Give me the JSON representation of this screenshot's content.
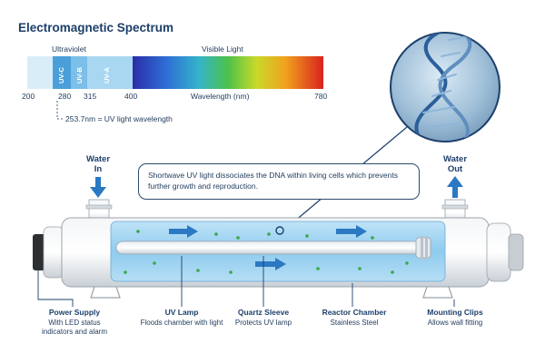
{
  "title": "Electromagnetic Spectrum",
  "spectrum": {
    "ultraviolet_label": "Ultraviolet",
    "visible_label": "Visible Light",
    "bands": [
      "UV-C",
      "UV-B",
      "UV-A"
    ],
    "ticks": [
      "200",
      "280",
      "315",
      "400",
      "780"
    ],
    "axis_label": "Wavelength (nm)",
    "note": "253.7nm = UV light wavelength",
    "colors": {
      "uvc": "#4b9fd9",
      "uvb": "#7cbfe8",
      "uva": "#a9d7f2"
    }
  },
  "flow": {
    "in_label_1": "Water",
    "in_label_2": "In",
    "out_label_1": "Water",
    "out_label_2": "Out"
  },
  "callout_text": "Shortwave UV light dissociates the DNA within living cells which prevents further growth and reproduction.",
  "components": [
    {
      "name": "Power Supply",
      "desc_1": "With LED status",
      "desc_2": "indicators and alarm"
    },
    {
      "name": "UV Lamp",
      "desc_1": "Floods chamber with light",
      "desc_2": ""
    },
    {
      "name": "Quartz Sleeve",
      "desc_1": "Protects UV lamp",
      "desc_2": ""
    },
    {
      "name": "Reactor Chamber",
      "desc_1": "Stainless Steel",
      "desc_2": ""
    },
    {
      "name": "Mounting Clips",
      "desc_1": "Allows wall fitting",
      "desc_2": ""
    }
  ],
  "colors": {
    "brand_navy": "#1c3f6b",
    "water": "#9fd3f2",
    "flow_arrow": "#2b79c2"
  },
  "icons": [
    "dna-helix-icon",
    "water-in-arrow-icon",
    "water-out-arrow-icon",
    "flow-arrow-icon"
  ]
}
